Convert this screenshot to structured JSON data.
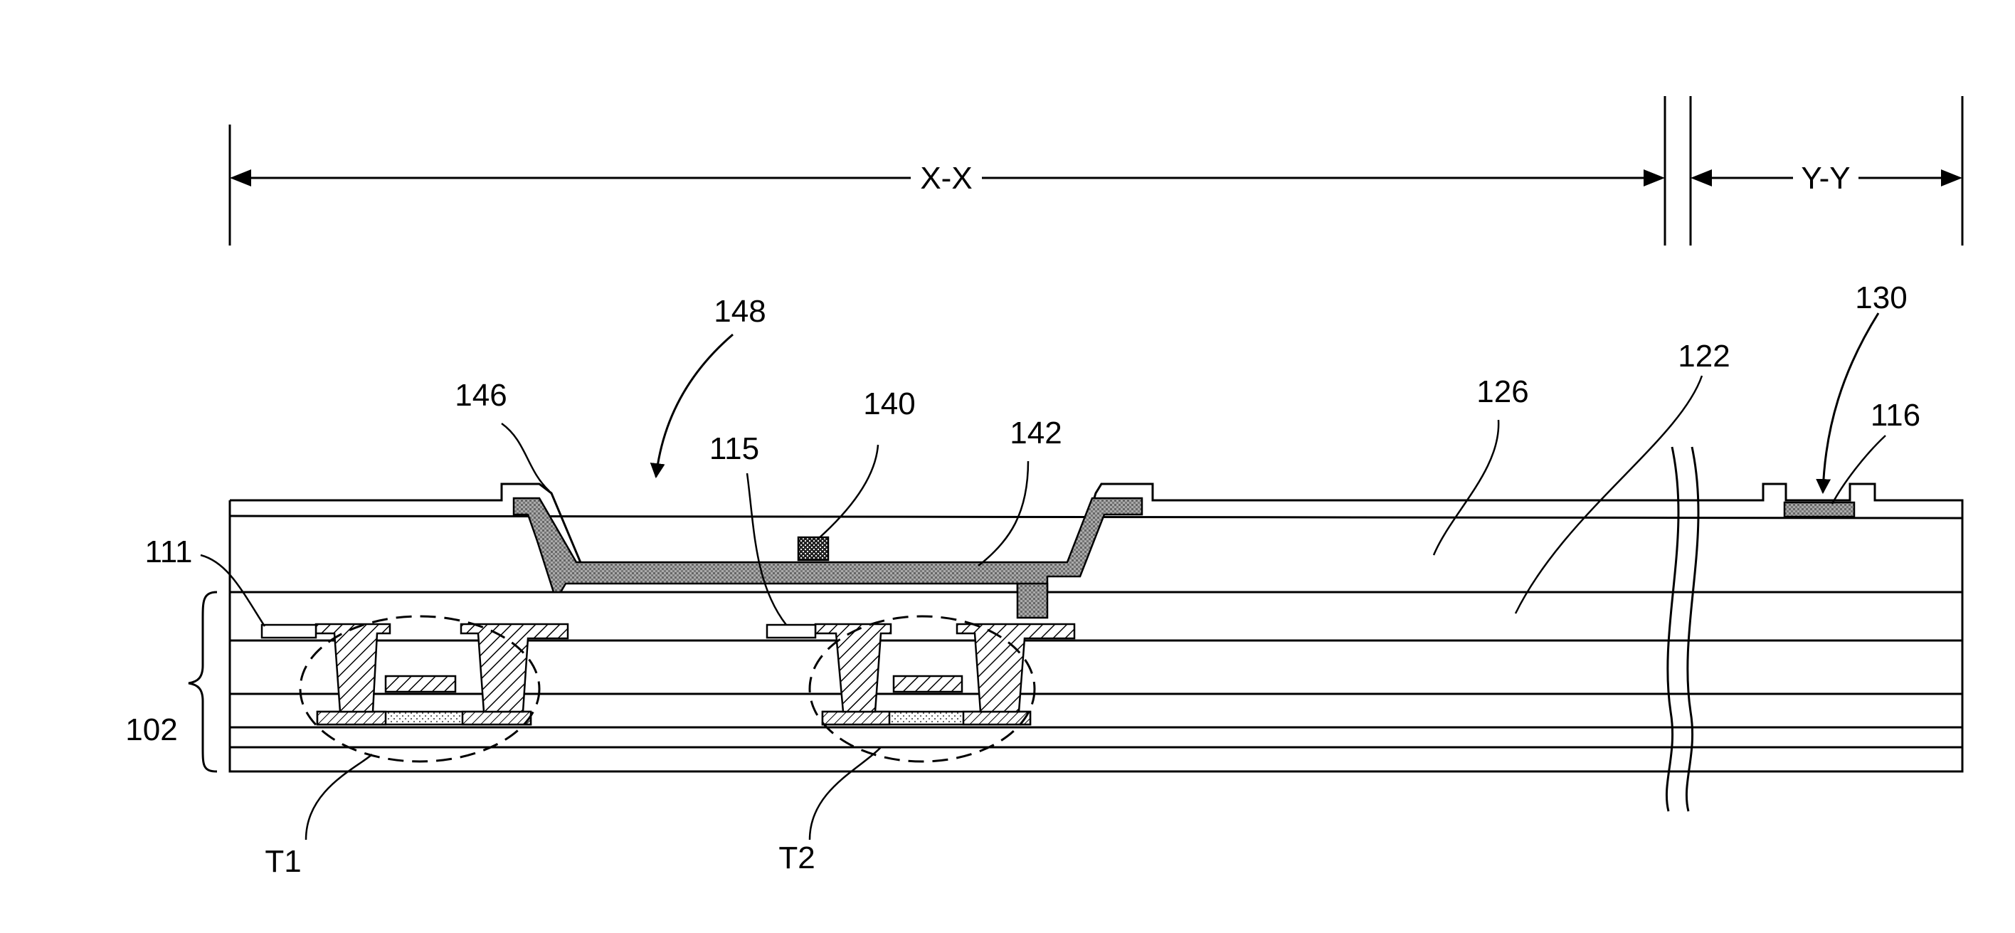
{
  "dimensions": {
    "xx": "X-X",
    "yy": "Y-Y"
  },
  "labels": {
    "l148": "148",
    "l146": "146",
    "l140": "140",
    "l115": "115",
    "l142": "142",
    "l126": "126",
    "l122": "122",
    "l130": "130",
    "l116": "116",
    "l111": "111",
    "l102": "102",
    "t1": "T1",
    "t2": "T2"
  }
}
